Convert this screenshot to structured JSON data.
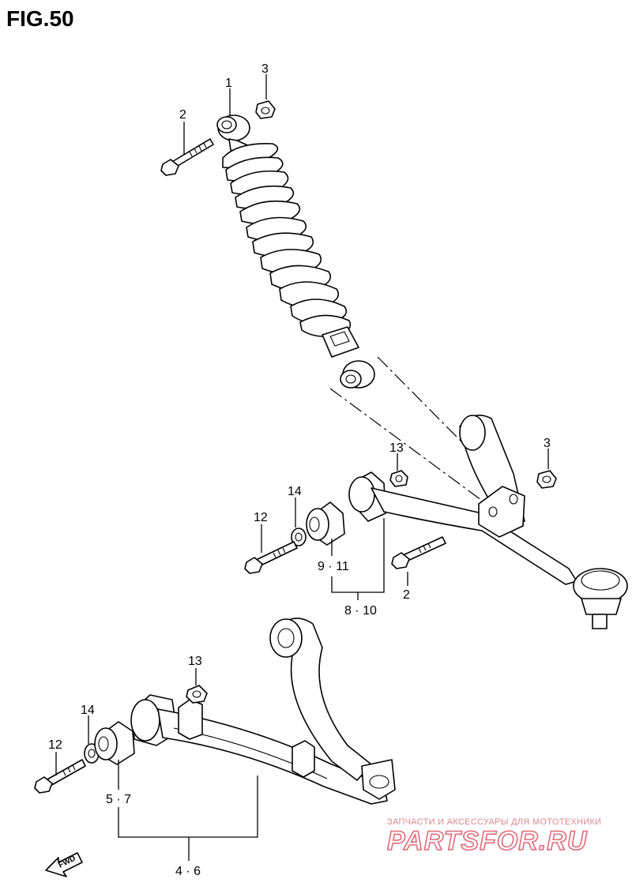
{
  "figure": {
    "title": "FIG.50"
  },
  "callouts": {
    "shock_bushing": "1",
    "shock_bolt": "2",
    "shock_nut": "3",
    "upper_arm_nut": "3",
    "upper_arm_bolt": "2",
    "upper_arm_nut_13": "13",
    "upper_arm_washer_14": "14",
    "upper_arm_bolt_12": "12",
    "upper_arm_bushing": "9 · 11",
    "upper_arm_assy": "8 · 10",
    "lower_arm_nut_13": "13",
    "lower_arm_washer_14": "14",
    "lower_arm_bolt_12": "12",
    "lower_arm_bushing": "5 · 7",
    "lower_arm_assy": "4 · 6"
  },
  "fwd_label": "FWD",
  "watermark": {
    "tagline": "ЗАПЧАСТИ И АКСЕССУАРЫ ДЛЯ МОТОТЕХНИКИ",
    "brand": "PARTSFOR.RU"
  }
}
